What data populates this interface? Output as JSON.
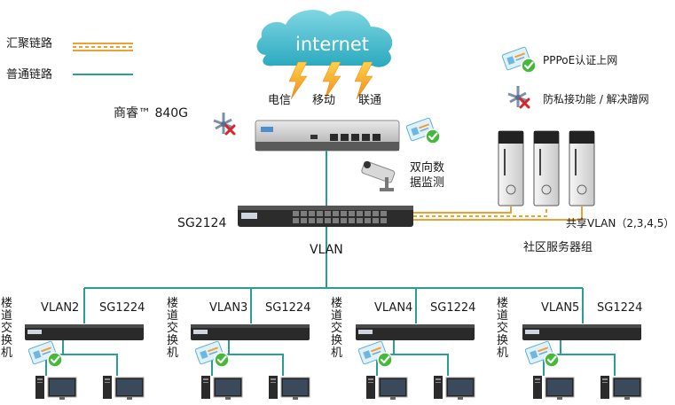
{
  "legend": {
    "aggregation_link": "汇聚链路",
    "normal_link": "普通链路"
  },
  "cloud": {
    "label": "internet"
  },
  "isps": [
    "电信",
    "移动",
    "联通"
  ],
  "router": {
    "model": "商睿™ 840G"
  },
  "features": [
    {
      "icon": "pppoe-auth-icon",
      "label": "PPPoE认证上网"
    },
    {
      "icon": "anti-private-icon",
      "label": "防私接功能 / 解决蹭网"
    }
  ],
  "monitor": {
    "label_line1": "双向数",
    "label_line2": "据监测"
  },
  "core_switch": {
    "model": "SG2124",
    "vlan_label": "VLAN"
  },
  "shared_vlan": "共享VLAN（2,3,4,5）",
  "server_group": "社区服务器组",
  "floors": [
    {
      "side_label": "楼道交换机",
      "vlan": "VLAN2",
      "switch": "SG1224"
    },
    {
      "side_label": "楼道交换机",
      "vlan": "VLAN3",
      "switch": "SG1224"
    },
    {
      "side_label": "楼道交换机",
      "vlan": "VLAN4",
      "switch": "SG1224"
    },
    {
      "side_label": "楼道交换机",
      "vlan": "VLAN5",
      "switch": "SG1224"
    }
  ],
  "colors": {
    "normal_link": "#2a9d94",
    "aggregation_link": "#f0a030",
    "cloud": "#3ab8c9",
    "lightning": "#f4b61a",
    "check": "#46b93a",
    "cross": "#d9242b"
  }
}
